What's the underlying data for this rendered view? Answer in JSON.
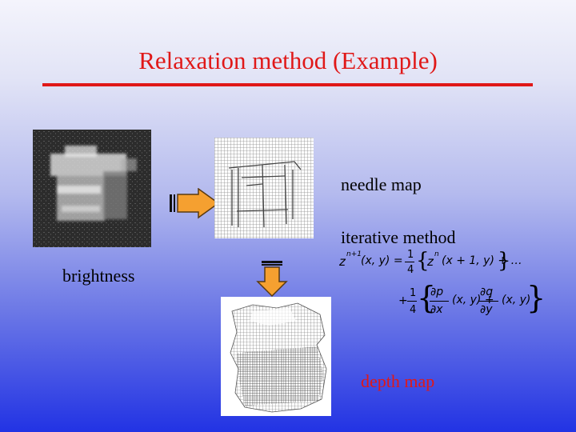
{
  "slide": {
    "title": "Relaxation method (Example)",
    "title_color": "#e01818",
    "labels": {
      "needle_map": "needle map",
      "iterative_method": "iterative method",
      "brightness": "brightness",
      "depth_map": "depth map"
    },
    "arrow_color": "#f5a030",
    "equation": {
      "line1_lhs": "z",
      "line1_lhs_sup": "n+1",
      "line1_args": "(x, y) =",
      "line1_frac_num": "1",
      "line1_frac_den": "4",
      "line1_body": "z",
      "line1_body_sup": "n",
      "line1_body_args": "(x + 1, y) + …",
      "line2_plus": "+",
      "line2_frac_num": "1",
      "line2_frac_den": "4",
      "dp": "∂p",
      "dx": "∂x",
      "mid_args": "(x, y) +",
      "dq": "∂q",
      "dy": "∂y",
      "end_args": "(x, y)"
    }
  }
}
